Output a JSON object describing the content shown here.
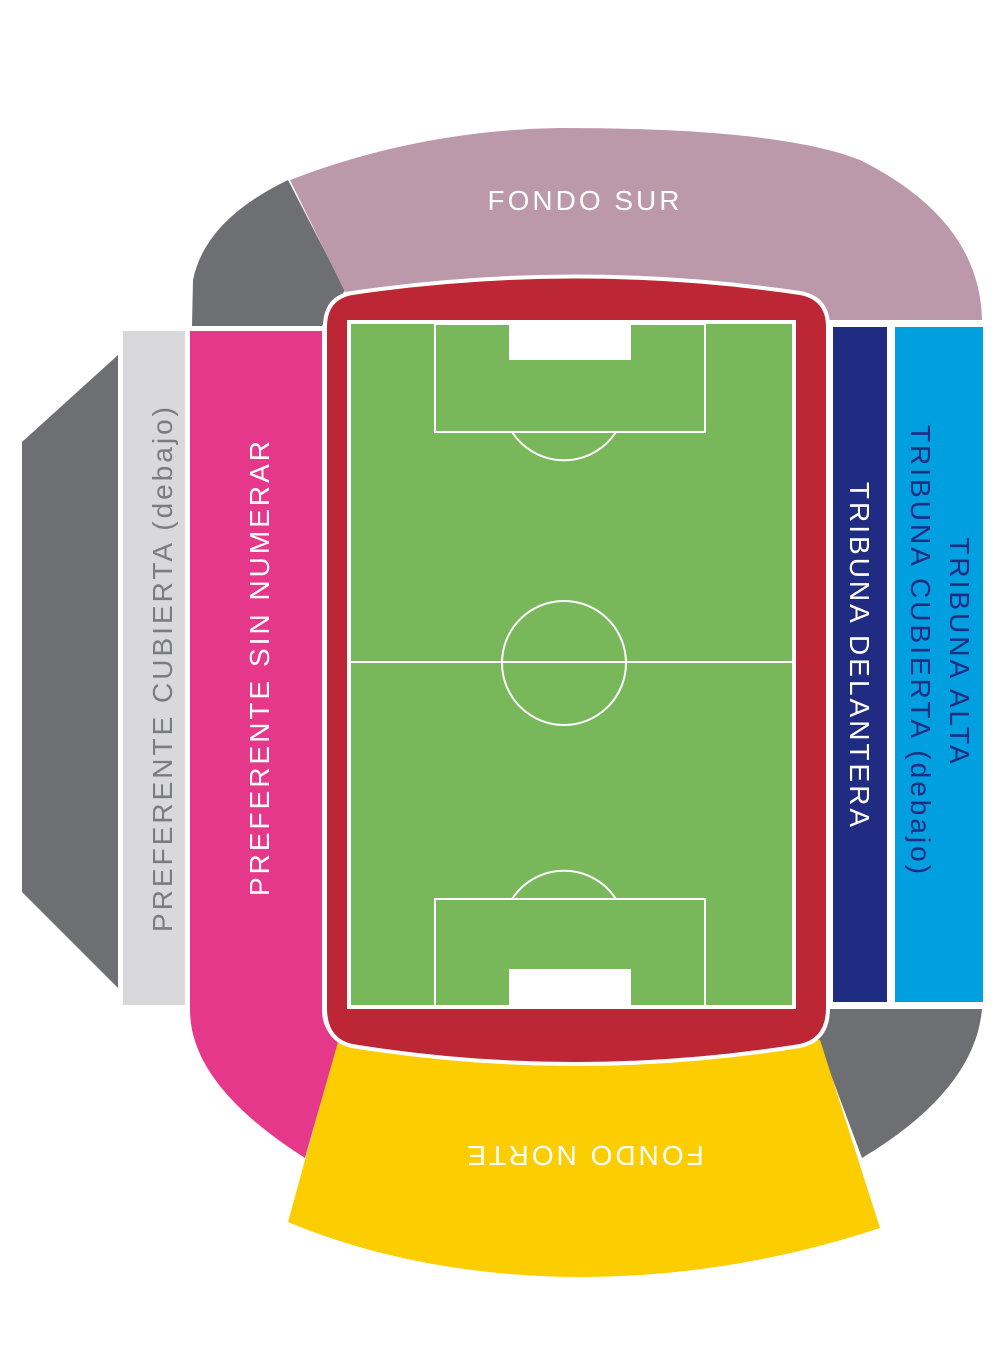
{
  "colors": {
    "background": "#ffffff",
    "fondo_sur": "#bb98aa",
    "fondo_norte": "#fccd00",
    "preferente_sin_numerar": "#e5388a",
    "preferente_cubierta": "#d9d9db",
    "tribuna_delantera": "#1f2c82",
    "tribuna_alta": "#00a0e0",
    "corner_grey": "#6e6f73",
    "pitch_border": "#bd2634",
    "pitch": "#79b85a",
    "lines": "#ffffff"
  },
  "sections": {
    "fondo_sur": {
      "label": "FONDO SUR",
      "text_color": "#ffffff"
    },
    "fondo_norte": {
      "label": "FONDO NORTE",
      "text_color": "#ffffff"
    },
    "preferente_sin_numerar": {
      "label": "PREFERENTE SIN NUMERAR",
      "text_color": "#ffffff"
    },
    "preferente_cubierta": {
      "label": "PREFERENTE CUBIERTA (debajo)",
      "text_color": "#7b7c80"
    },
    "tribuna_delantera": {
      "label": "TRIBUNA DELANTERA",
      "text_color": "#ffffff"
    },
    "tribuna_cubierta": {
      "label": "TRIBUNA CUBIERTA (debajo)",
      "text_color": "#1f2c82"
    },
    "tribuna_alta": {
      "label": "TRIBUNA ALTA",
      "text_color": "#1f2c82"
    }
  }
}
